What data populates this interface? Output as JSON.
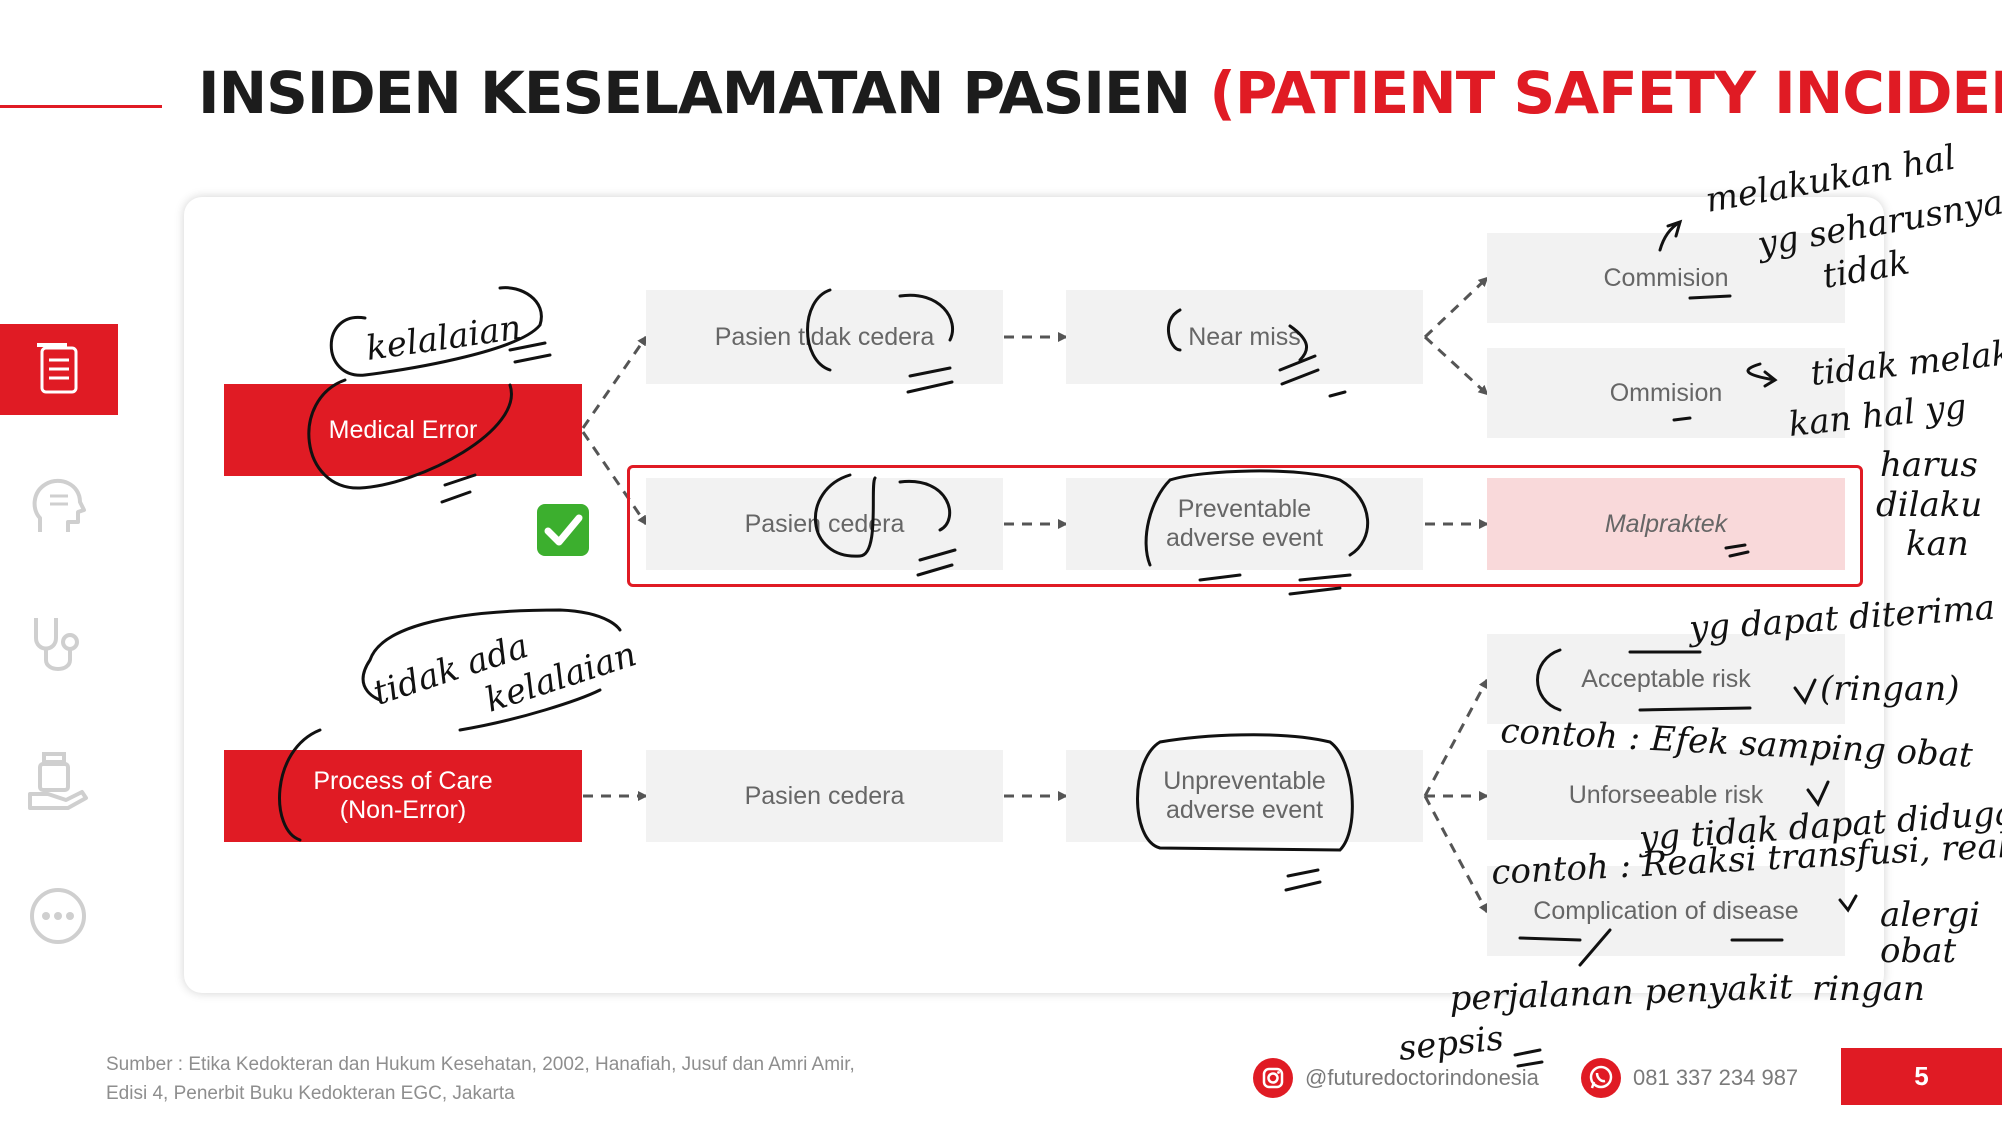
{
  "title": {
    "main": "INSIDEN KESELAMATAN PASIEN ",
    "highlight": "(PATIENT SAFETY INCIDENT)"
  },
  "colors": {
    "accent": "#e01b24",
    "box_gray": "#f2f2f2",
    "box_pink": "#f9d9da",
    "check_green": "#3caf2e"
  },
  "sidebar": {
    "items": [
      {
        "icon": "document-icon",
        "active": true
      },
      {
        "icon": "head-icon",
        "active": false
      },
      {
        "icon": "stethoscope-icon",
        "active": false
      },
      {
        "icon": "medicine-hand-icon",
        "active": false
      },
      {
        "icon": "more-icon",
        "active": false
      }
    ]
  },
  "diagram": {
    "medical_error": "Medical Error",
    "process_of_care": "Process of Care\n(Non-Error)",
    "pasien_tidak_cedera": "Pasien tidak cedera",
    "pasien_cedera_1": "Pasien cedera",
    "pasien_cedera_2": "Pasien cedera",
    "near_miss": "Near miss",
    "preventable": "Preventable\nadverse event",
    "unpreventable": "Unpreventable\nadverse event",
    "commision": "Commision",
    "ommision": "Ommision",
    "malpraktek": "Malpraktek",
    "acceptable_risk": "Acceptable risk",
    "unforseeable_risk": "Unforseeable risk",
    "complication": "Complication of disease"
  },
  "handwriting": {
    "kelalaian": "kelalaian",
    "tidak_ada_kelalaian_1": "tidak ada",
    "tidak_ada_kelalaian_2": "kelalaian",
    "commision_note_1": "melakukan hal",
    "commision_note_2": "yg seharusnya",
    "commision_note_3": "tidak",
    "ommision_note_1": "tidak melako",
    "ommision_note_2": "kan hal yg",
    "ommision_note_3": "harus",
    "ommision_note_4": "dilaku",
    "ommision_note_5": "kan",
    "acceptable_note_1": "yg dapat diterima",
    "acceptable_note_2": "(ringan)",
    "acceptable_example": "contoh : Efek samping obat",
    "unforseeable_note": "yg tidak dapat diduga",
    "unforseeable_example": "contoh : Reaksi transfusi, reaksi",
    "allergy_note_1": "alergi",
    "allergy_note_2": "obat",
    "allergy_note_3": "ringan",
    "perjalanan": "perjalanan penyakit",
    "sepsis": "sepsis"
  },
  "footer": {
    "source_line1": "Sumber : Etika Kedokteran dan Hukum Kesehatan, 2002, Hanafiah, Jusuf dan Amri Amir,",
    "source_line2": "Edisi 4, Penerbit Buku Kedokteran EGC,  Jakarta",
    "instagram": "@futuredoctorindonesia",
    "whatsapp": "081 337 234 987",
    "page_number": "5"
  }
}
